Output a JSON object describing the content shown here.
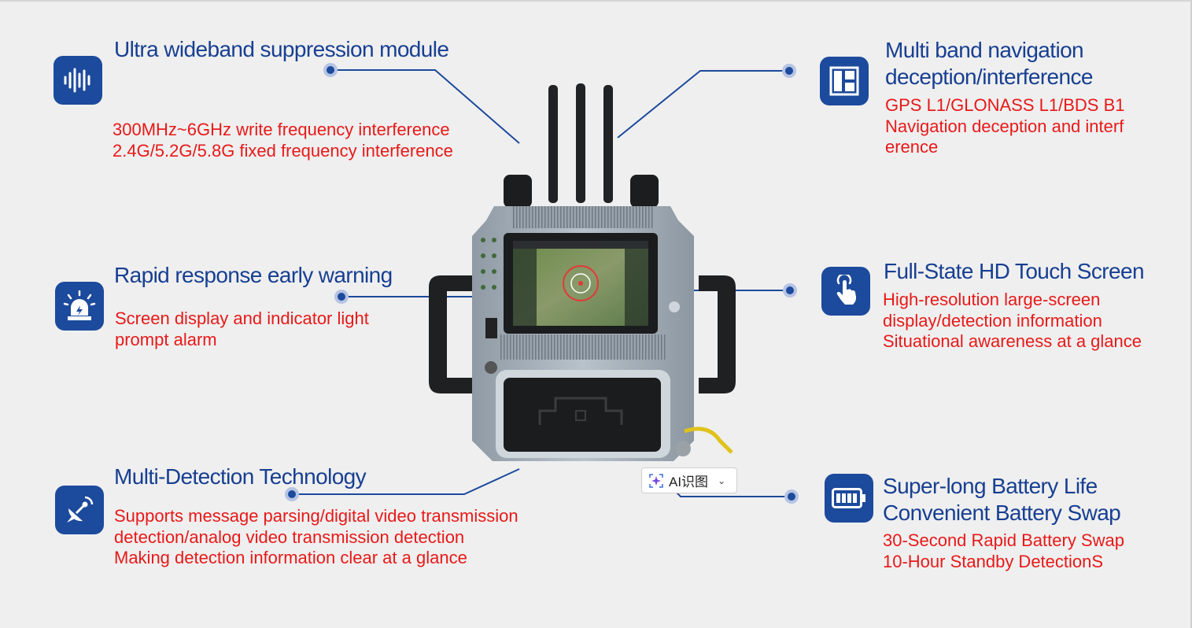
{
  "features": {
    "suppression": {
      "title": "Ultra wideband suppression module",
      "lines": [
        "300MHz~6GHz write frequency interference",
        "2.4G/5.2G/5.8G fixed frequency interference"
      ],
      "icon": "sound-wave-icon"
    },
    "navigation": {
      "title_lines": [
        "Multi band navigation",
        "deception/interference"
      ],
      "lines": [
        "GPS L1/GLONASS L1/BDS B1",
        "Navigation deception and interf",
        "erence"
      ],
      "icon": "layout-icon"
    },
    "warning": {
      "title": "Rapid response early warning",
      "lines": [
        "Screen display and indicator light",
        "prompt alarm"
      ],
      "icon": "alarm-light-icon"
    },
    "touch": {
      "title": "Full-State HD Touch Screen",
      "lines": [
        "High-resolution large-screen",
        "display/detection information",
        "Situational awareness at a glance"
      ],
      "icon": "touch-hand-icon"
    },
    "detection": {
      "title": "Multi-Detection Technology",
      "lines": [
        "Supports message parsing/digital video transmission",
        "detection/analog video transmission detection",
        "Making detection information clear at a glance"
      ],
      "icon": "satellite-dish-icon"
    },
    "battery": {
      "title_lines": [
        "Super-long Battery Life",
        "Convenient Battery Swap"
      ],
      "lines": [
        "30-Second Rapid Battery Swap",
        "10-Hour Standby DetectionS"
      ],
      "icon": "battery-icon"
    }
  },
  "ai_chip": {
    "label": "AI识图"
  },
  "colors": {
    "brand_blue": "#1c4a9c",
    "title_blue": "#173f92",
    "text_red": "#e81919",
    "background": "#efefef"
  }
}
